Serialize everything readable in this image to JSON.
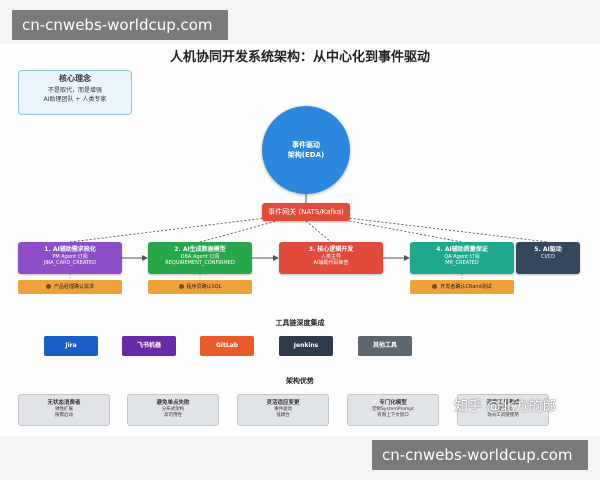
{
  "watermark": "cn-cnwebs-worldcup.com",
  "title": "人机协同开发系统架构：从中心化到事件驱动",
  "core_concept": {
    "title": "核心理念",
    "lines": [
      "不是取代，而是增强",
      "AI助理团队 + 人类专家"
    ]
  },
  "hub": {
    "line1": "事件驱动",
    "line2": "架构(EDA)"
  },
  "gateway": "事件网关 (NATS/Kafka)",
  "stages": [
    {
      "title": "1. AI辅助需求梳化",
      "lines": [
        "PM Agent 订阅",
        "JIRA_CARD_CREATED"
      ]
    },
    {
      "title": "2. AI生成数据模型",
      "lines": [
        "DBA Agent 订阅",
        "REQUIREMENT_CONFIRMED"
      ]
    },
    {
      "title": "3. 核心逻辑开发",
      "lines": [
        "人类主导",
        "AI辅助代码审查"
      ]
    },
    {
      "title": "4. AI辅助质量保证",
      "lines": [
        "QA Agent 订阅",
        "MR_CREATED"
      ]
    },
    {
      "title": "5. AI驱动",
      "lines": [
        "CI/CD"
      ]
    }
  ],
  "roles": [
    "产品经理确认需求",
    "程序员确认SQL",
    "开发者确认CRand测试"
  ],
  "toolchain": {
    "heading": "工具链深度集成",
    "tools": [
      "Jira",
      "飞书机器",
      "GitLab",
      "Jenkins",
      "其他工具"
    ]
  },
  "advantages": {
    "heading": "架构优势",
    "items": [
      {
        "title": "无状态消费者",
        "lines": [
          "弹性扩展",
          "按需启动"
        ]
      },
      {
        "title": "避免单点失败",
        "lines": [
          "分布式架构",
          "高可用性"
        ]
      },
      {
        "title": "灵活适应变更",
        "lines": [
          "事件驱动",
          "低耦合"
        ]
      },
      {
        "title": "专门化模型",
        "lines": [
          "定制SystemPrompt",
          "有限上下文窗口"
        ]
      },
      {
        "title": "深度工具集成",
        "lines": [
          "深度融合",
          "现有工具链使用"
        ]
      }
    ]
  },
  "overlay_text": "知乎 @北方的郎",
  "colors": {
    "hub": "#2b88dc",
    "gateway": "#e04b3c",
    "stage1": "#8d4fc7",
    "stage2": "#27a64a",
    "stage3": "#e04b3c",
    "stage4": "#1fa88e",
    "stage5": "#34475b",
    "role": "#f0a23a"
  }
}
